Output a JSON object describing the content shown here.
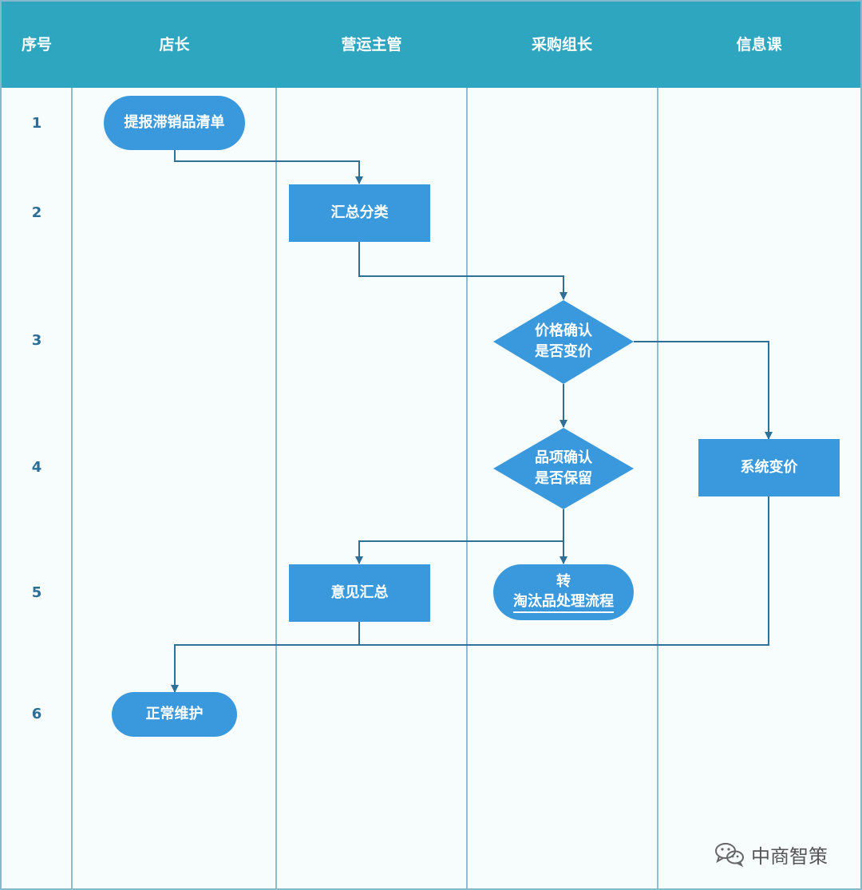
{
  "header": {
    "columns": [
      "序号",
      "店长",
      "营运主管",
      "采购组长",
      "信息课"
    ]
  },
  "rows": [
    "1",
    "2",
    "3",
    "4",
    "5",
    "6"
  ],
  "nodes": {
    "submit_list": "提报滞销品清单",
    "summarize_classify": "汇总分类",
    "price_confirm": [
      "价格确认",
      "是否变价"
    ],
    "system_price_change": "系统变价",
    "item_confirm": [
      "品项确认",
      "是否保留"
    ],
    "opinion_summary": "意见汇总",
    "transfer": [
      "转",
      "淘汰品处理流程"
    ],
    "normal_maintenance": "正常维护"
  },
  "watermark": {
    "text": "中商智策",
    "icon": "wechat-icon"
  },
  "colors": {
    "header": "#2fa6bf",
    "node": "#3a99dc",
    "arrow": "#2f7196",
    "lane_line": "#8bbfcf"
  }
}
